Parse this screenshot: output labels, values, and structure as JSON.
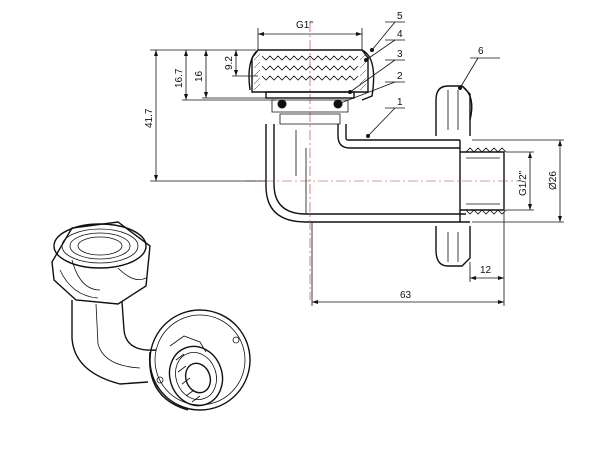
{
  "drawing": {
    "dimensions": {
      "thread_top": "G1\"",
      "height_total": "41.7",
      "height_a": "16.7",
      "height_b": "16",
      "height_c": "9.2",
      "thread_outlet": "G1/2\"",
      "diameter_outlet": "Ø26",
      "thread_length": "12",
      "length_total": "63"
    },
    "callouts": [
      "1",
      "2",
      "3",
      "4",
      "5",
      "6"
    ]
  }
}
